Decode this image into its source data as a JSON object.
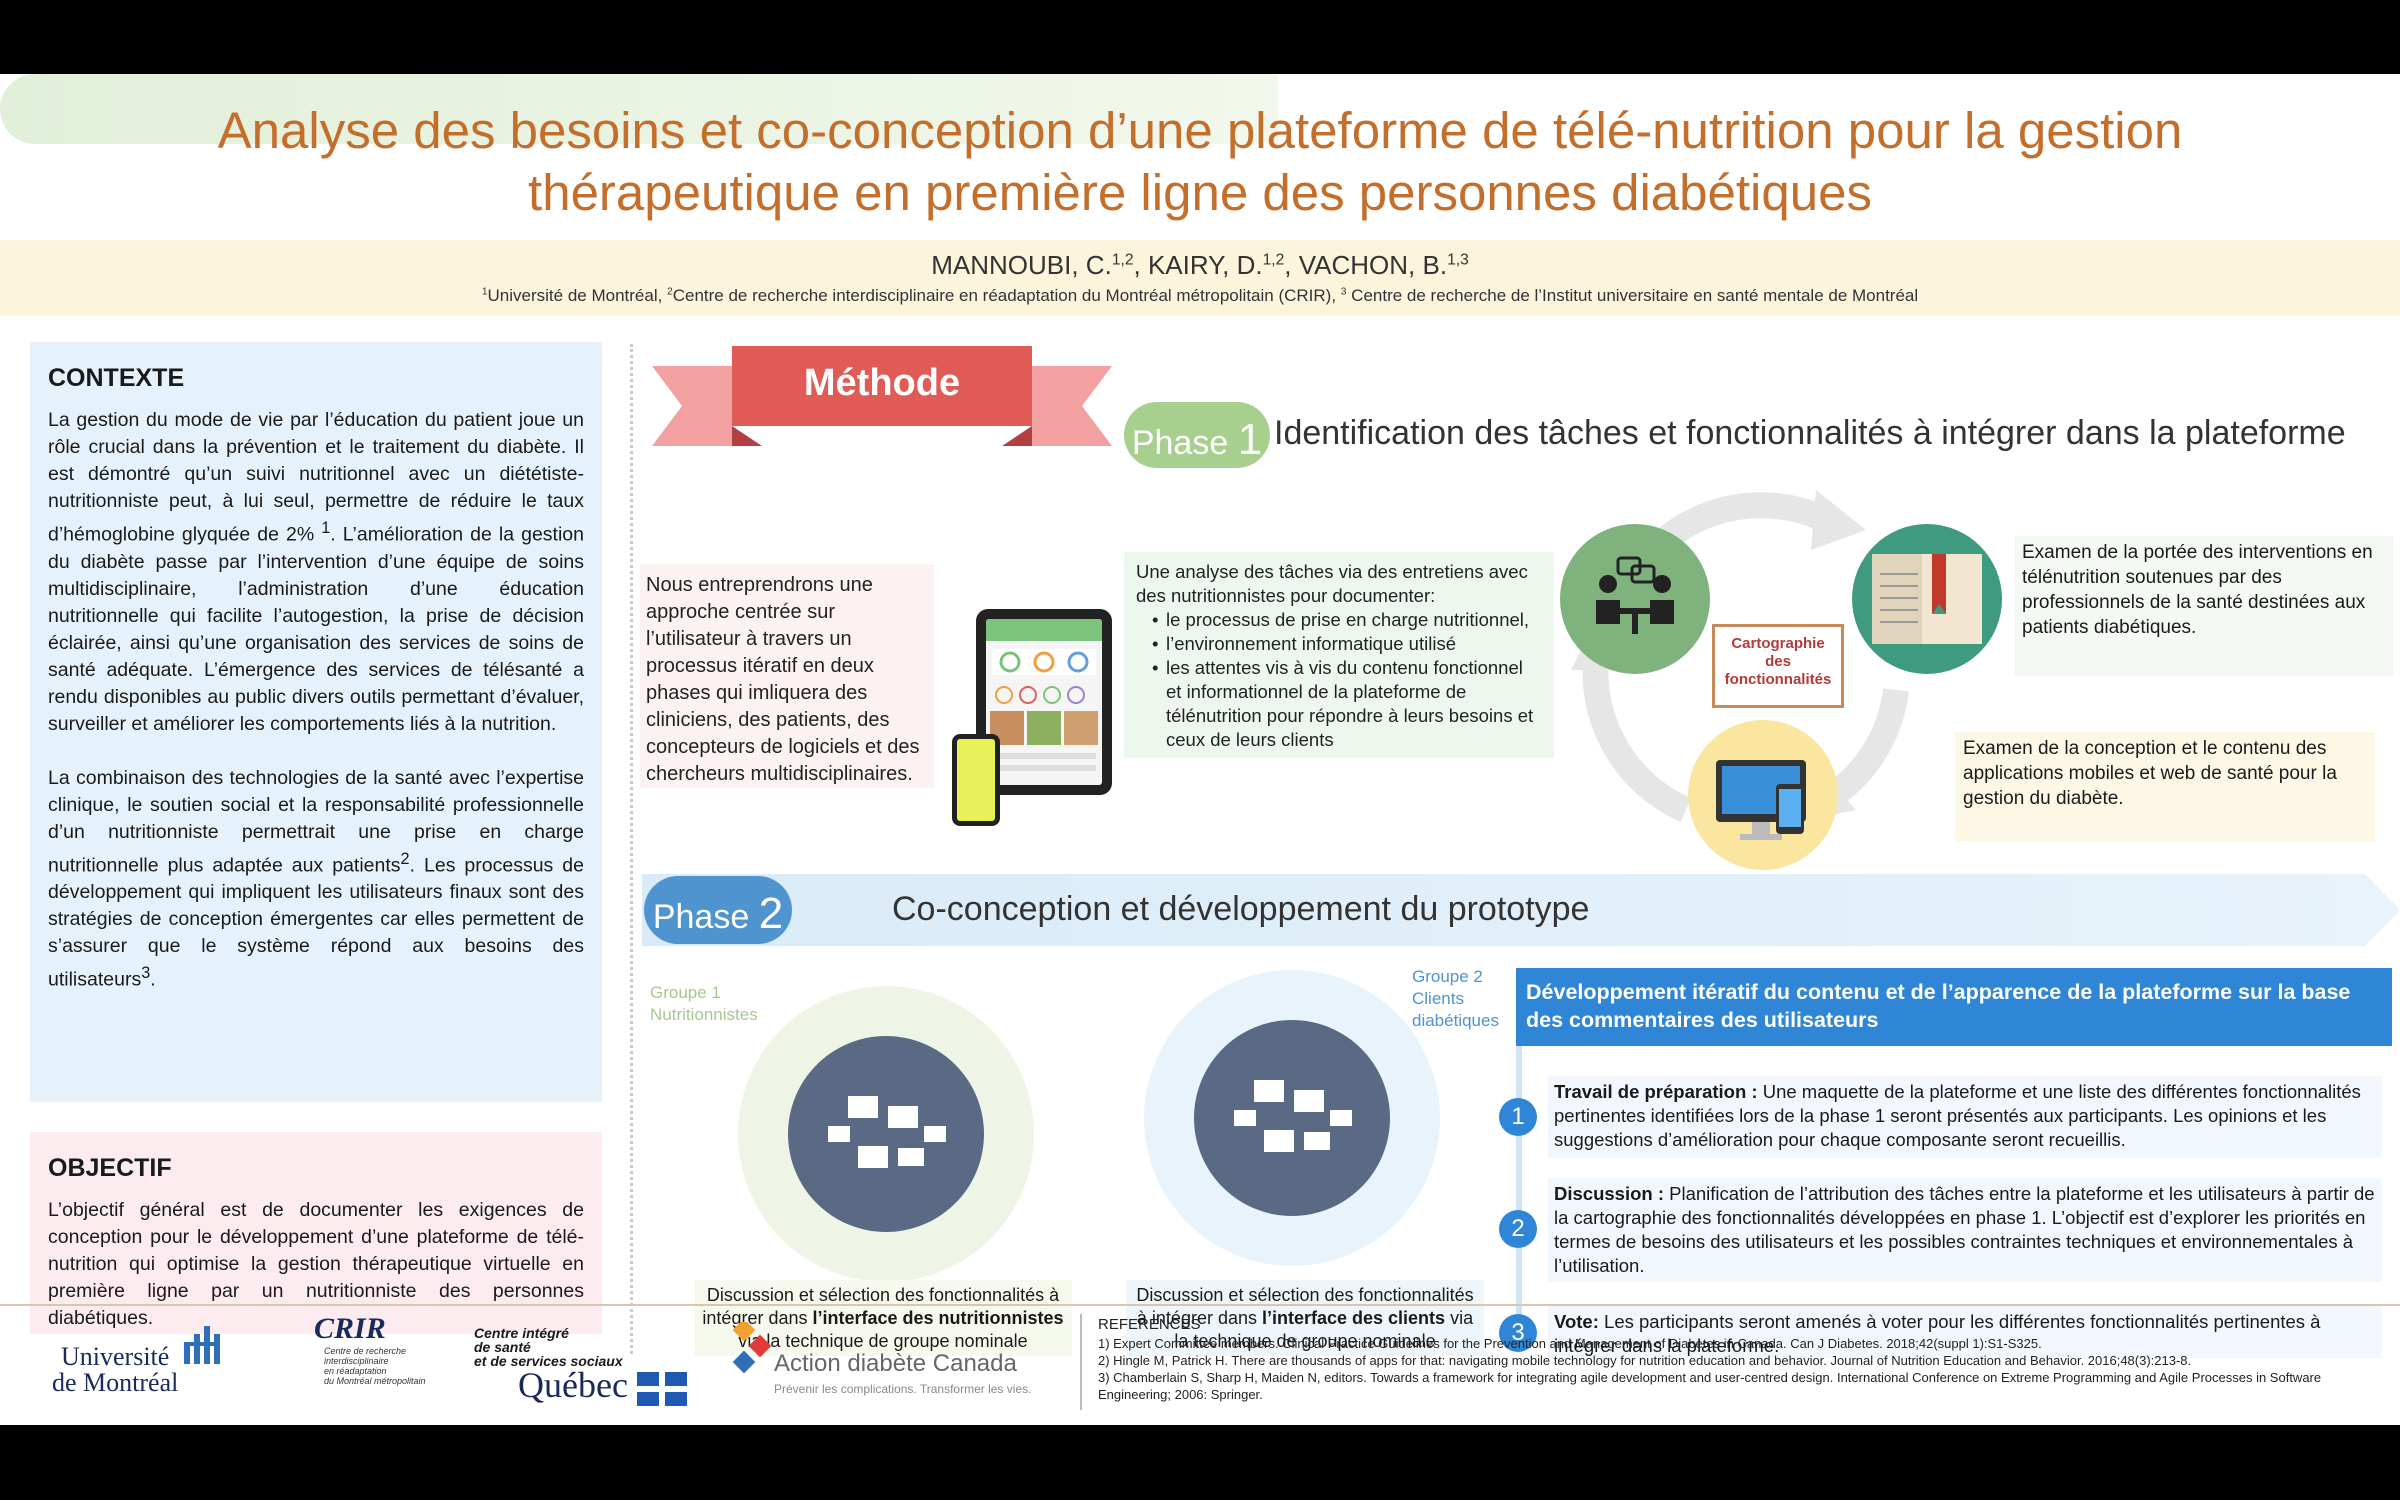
{
  "title": {
    "line1": "Analyse des besoins et co-conception d’une plateforme de télé-nutrition pour la gestion",
    "line2": "thérapeutique en première ligne des personnes diabétiques"
  },
  "authors": {
    "a1": "MANNOUBI, C.",
    "a1_sup": "1,2",
    "a2": ", KAIRY, D.",
    "a2_sup": "1,2",
    "a3": ", VACHON, B.",
    "a3_sup": "1,3",
    "affil_s1": "1",
    "affil_1": "Université de Montréal, ",
    "affil_s2": "2",
    "affil_2": "Centre de recherche interdisciplinaire en réadaptation du Montréal métropolitain (CRIR), ",
    "affil_s3": "3",
    "affil_3": " Centre de recherche de l’Institut universitaire en santé mentale de Montréal"
  },
  "contexte": {
    "heading": "CONTEXTE",
    "p1a": "La gestion du mode de vie par l’éducation du patient joue un rôle crucial dans la prévention et le traitement du diabète. Il est démontré qu’un suivi nutritionnel avec un diététiste-nutritionniste peut, à lui seul, permettre de réduire le taux d’hémoglobine glyquée de 2% ",
    "p1_sup": "1",
    "p1b": ". L’amélioration de la gestion du diabète passe par l’intervention d’une équipe de soins multidisciplinaire, l’administration d’une éducation nutritionnelle qui facilite l’autogestion, la prise de décision éclairée, ainsi qu’une organisation des services de soins de santé adéquate. L’émergence des services de télésanté a rendu disponibles au public divers outils permettant d’évaluer, surveiller et améliorer les comportements liés à la nutrition.",
    "p2a": "La combinaison des technologies de la santé avec l’expertise clinique, le soutien social et la responsabilité professionnelle d’un nutritionniste permettrait une prise en charge nutritionnelle plus adaptée aux patients",
    "p2_sup1": "2",
    "p2b": ". Les processus de développement qui impliquent les utilisateurs finaux sont des stratégies de conception émergentes car elles permettent de s’assurer que le système répond aux besoins des utilisateurs",
    "p2_sup2": "3",
    "p2c": "."
  },
  "objectif": {
    "heading": "OBJECTIF",
    "text": "L’objectif général est de documenter les exigences de conception pour le développement d’une plateforme de télé-nutrition qui optimise la gestion thérapeutique virtuelle en première ligne par un nutritionniste des personnes diabétiques."
  },
  "methode": {
    "label": "Méthode",
    "intro": "Nous entreprendrons une approche centrée sur l’utilisateur à travers un processus itératif en deux phases qui imliquera des cliniciens, des patients, des concepteurs de logiciels et des chercheurs multidisciplinaires."
  },
  "phase1": {
    "word": "Phase ",
    "num": "1",
    "title": "Identification des tâches et fonctionnalités à intégrer dans la plateforme",
    "bullets_intro": "Une analyse des tâches via des entretiens avec des nutritionnistes pour documenter:",
    "bullets": [
      "le processus de prise en charge nutritionnel,",
      "l’environnement informatique utilisé",
      "les attentes vis à vis du contenu fonctionnel et informationnel de la plateforme de télénutrition pour répondre à leurs besoins et ceux de leurs clients"
    ],
    "carto": "Cartographie des fonctionnalités",
    "right1": "Examen de la portée des interventions en télénutrition soutenues par des professionnels de la santé destinées aux patients diabétiques.",
    "right2": "Examen de la conception et le contenu des applications mobiles et web de santé pour la gestion du diabète."
  },
  "phase2": {
    "word": "Phase ",
    "num": "2",
    "title": "Co-conception et développement du prototype",
    "group1": [
      "Groupe 1",
      "Nutritionnistes"
    ],
    "group2": [
      "Groupe 2",
      "Clients",
      "diabétiques"
    ],
    "cap1_a": "Discussion et sélection des fonctionnalités à intégrer dans ",
    "cap1_b": "l’interface des nutritionnistes",
    "cap1_c": " via la technique de groupe nominale",
    "cap2_a": "Discussion et sélection des fonctionnalités à intégrer dans ",
    "cap2_b": "l’interface des clients",
    "cap2_c": " via la technique de groupe nominale",
    "dev_head": "Développement itératif du contenu et de l’apparence de la plateforme sur la base des commentaires des utilisateurs",
    "steps": [
      {
        "num": "1",
        "label": "Travail de préparation :",
        "text": " Une maquette de la plateforme et une liste des différentes fonctionnalités pertinentes identifiées lors de la phase 1 seront présentés aux participants. Les opinions et les suggestions d’amélioration pour chaque composante seront recueillis."
      },
      {
        "num": "2",
        "label": "Discussion :",
        "text": " Planification de l’attribution des tâches entre la plateforme et les utilisateurs à partir de la cartographie des fonctionnalités développées en phase 1.  L’objectif est d’explorer les priorités en termes de besoins des utilisateurs et les possibles contraintes techniques et environnementales à l’utilisation."
      },
      {
        "num": "3",
        "label": "Vote:",
        "text": " Les participants seront amenés à voter pour les différentes fonctionnalités pertinentes à intégrer dans la plateforme."
      }
    ]
  },
  "logos": {
    "udem": [
      "Université",
      "de Montréal"
    ],
    "crir": "CRIR",
    "crir_sub": [
      "Centre de recherche",
      "interdisciplinaire",
      "en réadaptation",
      "du Montréal métropolitain"
    ],
    "qc_sub": [
      "Centre intégré",
      "de santé",
      "et de services sociaux"
    ],
    "qc": "Québec",
    "adc": "Action diabète Canada",
    "adc_sub": "Prévenir les complications. Transformer les vies."
  },
  "references": {
    "heading": "REFERENCES",
    "items": [
      "1) Expert Committee members. Clinical Practice Guidelines for the Prevention and Management of Diabetes in Canada. Can J Diabetes. 2018;42(suppl 1):S1-S325.",
      "2) Hingle M, Patrick H. There are thousands of apps for that: navigating mobile technology for nutrition education and behavior. Journal of Nutrition Education and Behavior. 2016;48(3):213-8.",
      "3) Chamberlain S, Sharp H, Maiden N, editors. Towards a framework for integrating agile development and user-centred design. International Conference on Extreme Programming and Agile Processes in Software Engineering; 2006: Springer."
    ]
  },
  "colors": {
    "title": "#c46e2c",
    "phase1": "#a7cf8e",
    "phase2": "#4f93cf",
    "methode": "#e05a56"
  }
}
